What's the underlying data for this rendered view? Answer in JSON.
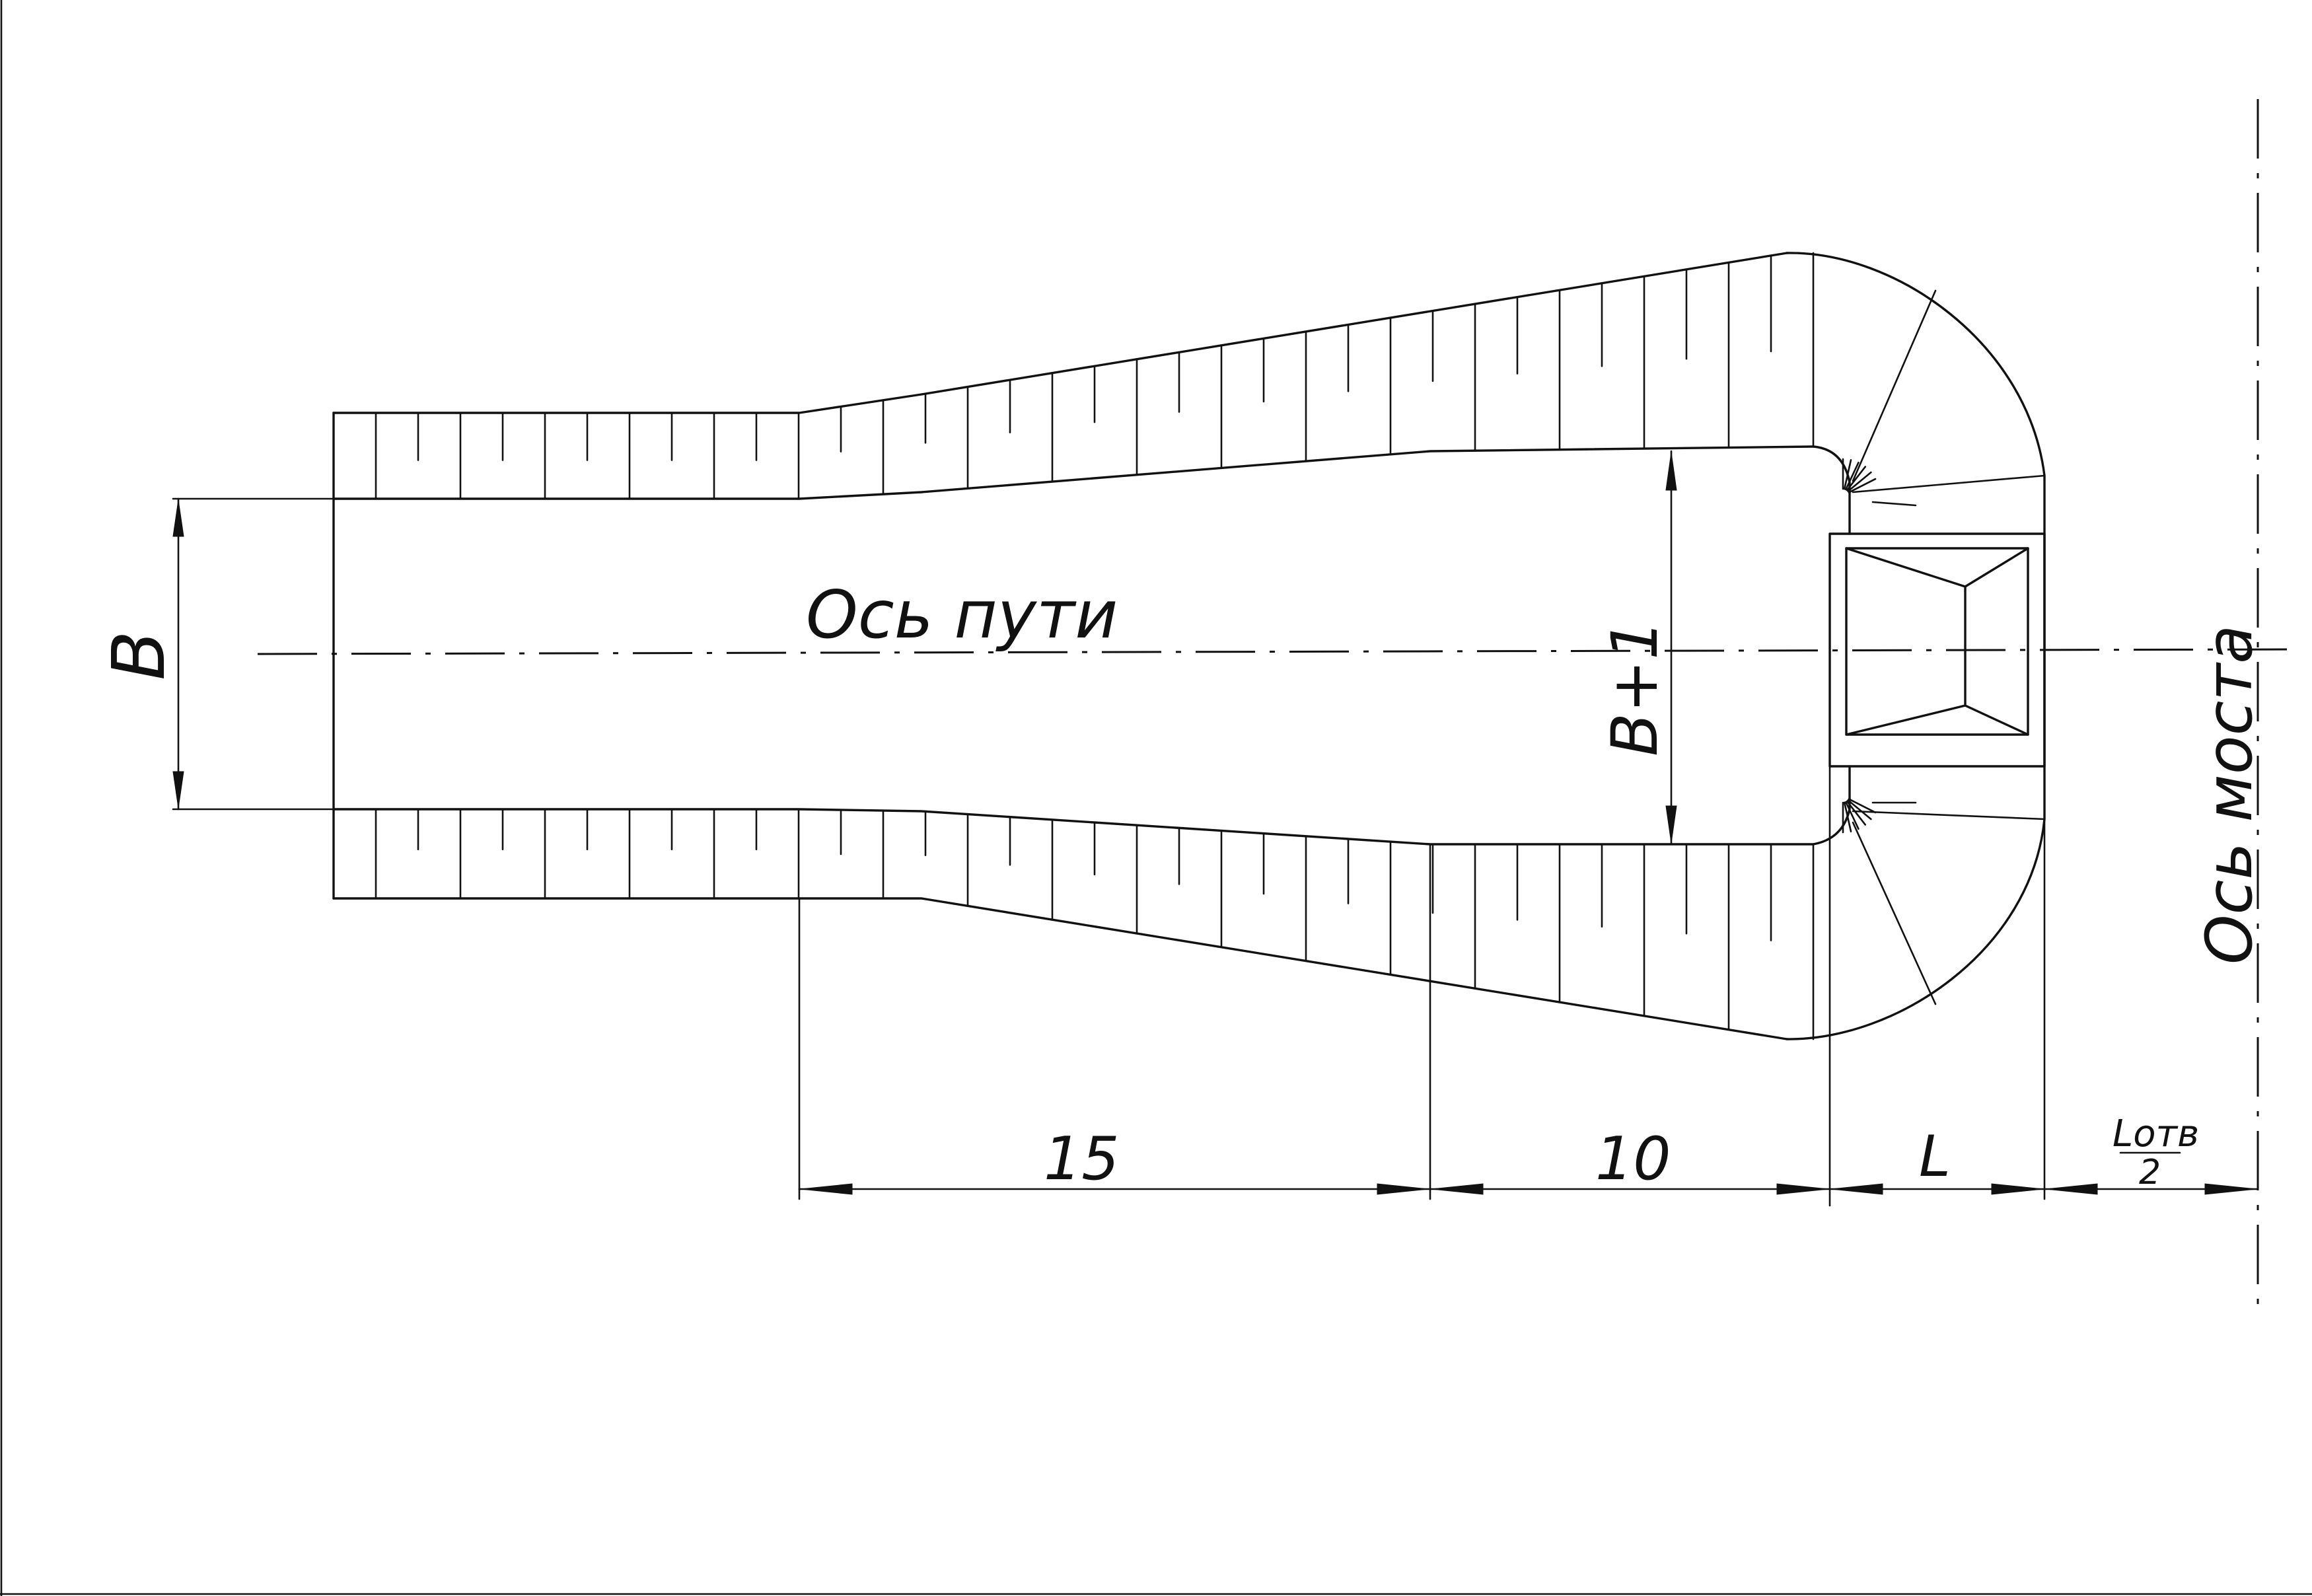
{
  "labels": {
    "track_axis": "Ось пути",
    "bridge_axis": "Ось моста",
    "width_b": "B",
    "width_b_plus_1": "B+1",
    "dim_15": "15",
    "dim_10": "10",
    "dim_l": "L",
    "dim_lotv_num": "Lотв",
    "dim_lotv_den": "2"
  }
}
